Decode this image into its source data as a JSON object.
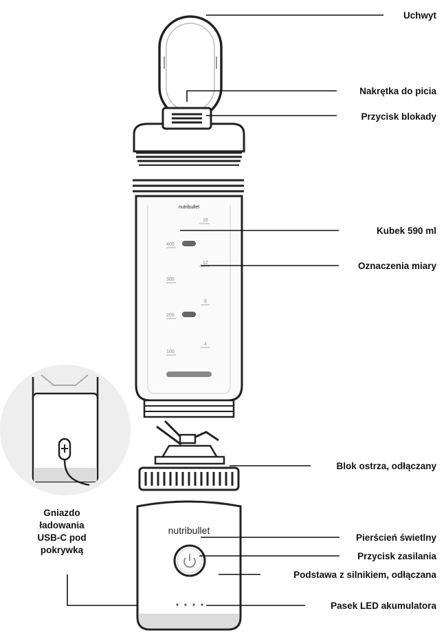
{
  "brand": "nutribullet",
  "labels": {
    "handle": "Uchwyt",
    "drinking_cap": "Nakrętka do picia",
    "lock_button": "Przycisk blokady",
    "cup": "Kubek 590 ml",
    "measure_marks": "Oznaczenia miary",
    "blade_block": "Blok ostrza, odłączany",
    "light_ring": "Pierścień świetlny",
    "power_button": "Przycisk zasilania",
    "motor_base": "Podstawa z silnikiem, odłączana",
    "battery_led": "Pasek LED akumulatora"
  },
  "usb_caption": [
    "Gniazdo",
    "ładowania",
    "USB-C pod",
    "pokrywką"
  ],
  "cup_scale": {
    "ml": [
      "400",
      "300",
      "200",
      "100"
    ],
    "oz": [
      "16",
      "12",
      "8",
      "4"
    ]
  },
  "colors": {
    "outline": "#222222",
    "leader": "#111111",
    "tint": "#eeeeee",
    "base_band": "#dcdcdc"
  }
}
